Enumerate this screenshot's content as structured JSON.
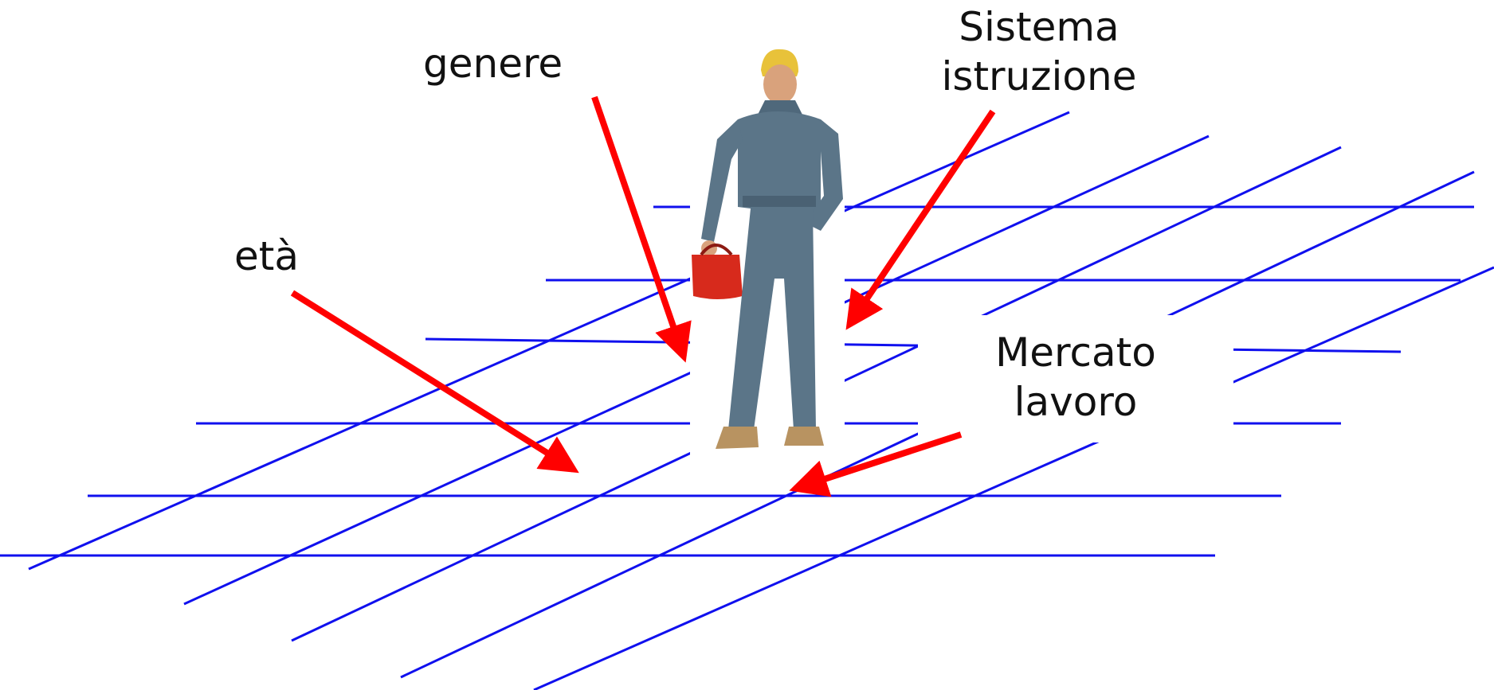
{
  "labels": {
    "genere": "genere",
    "eta": "età",
    "sistema_istruzione": [
      "Sistema",
      "istruzione"
    ],
    "mercato_lavoro": [
      "Mercato",
      "lavoro"
    ]
  },
  "colors": {
    "grid_lines": "#1010ee",
    "arrows": "#ff0000",
    "background": "#ffffff",
    "text": "#111111",
    "coverall": "#5b7588",
    "cap": "#e8c23a",
    "bag": "#d72a1c",
    "skin": "#d9a27c",
    "boots": "#b89361"
  },
  "figure": {
    "description_icon": "worker-in-coveralls-with-toolbag"
  }
}
